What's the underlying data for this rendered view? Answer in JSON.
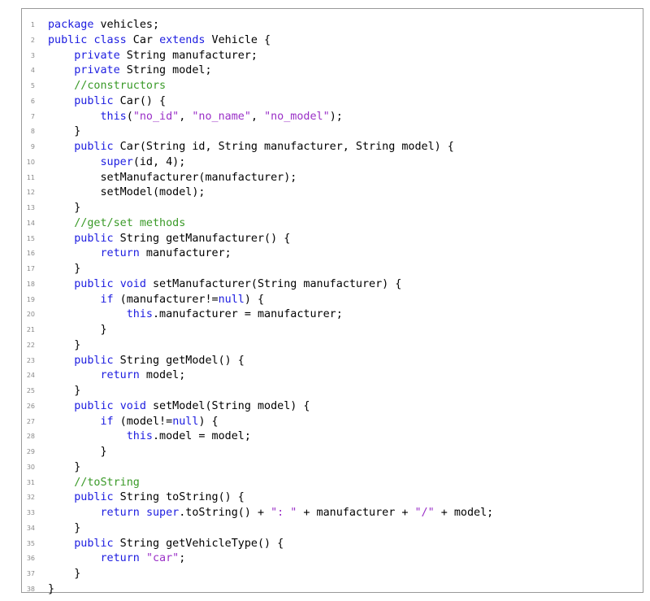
{
  "colors": {
    "keyword": "#1c1ce0",
    "string": "#9a2fc7",
    "comment": "#3a9a28",
    "text": "#000000",
    "line_number": "#8a8a8a",
    "border": "#9a9a9a"
  },
  "lines": [
    [
      {
        "t": "package",
        "c": "kw"
      },
      {
        "t": " vehicles;"
      }
    ],
    [
      {
        "t": "public",
        "c": "kw"
      },
      {
        "t": " "
      },
      {
        "t": "class",
        "c": "kw"
      },
      {
        "t": " Car "
      },
      {
        "t": "extends",
        "c": "kw"
      },
      {
        "t": " Vehicle {"
      }
    ],
    [
      {
        "t": "    "
      },
      {
        "t": "private",
        "c": "kw"
      },
      {
        "t": " String manufacturer;"
      }
    ],
    [
      {
        "t": "    "
      },
      {
        "t": "private",
        "c": "kw"
      },
      {
        "t": " String model;"
      }
    ],
    [
      {
        "t": "    "
      },
      {
        "t": "//constructors",
        "c": "com"
      }
    ],
    [
      {
        "t": "    "
      },
      {
        "t": "public",
        "c": "kw"
      },
      {
        "t": " Car() {"
      }
    ],
    [
      {
        "t": "        "
      },
      {
        "t": "this",
        "c": "kw"
      },
      {
        "t": "("
      },
      {
        "t": "\"no_id\"",
        "c": "str"
      },
      {
        "t": ", "
      },
      {
        "t": "\"no_name\"",
        "c": "str"
      },
      {
        "t": ", "
      },
      {
        "t": "\"no_model\"",
        "c": "str"
      },
      {
        "t": ");"
      }
    ],
    [
      {
        "t": "    }"
      }
    ],
    [
      {
        "t": "    "
      },
      {
        "t": "public",
        "c": "kw"
      },
      {
        "t": " Car(String id, String manufacturer, String model) {"
      }
    ],
    [
      {
        "t": "        "
      },
      {
        "t": "super",
        "c": "kw"
      },
      {
        "t": "(id, 4);"
      }
    ],
    [
      {
        "t": "        setManufacturer(manufacturer);"
      }
    ],
    [
      {
        "t": "        setModel(model);"
      }
    ],
    [
      {
        "t": "    }"
      }
    ],
    [
      {
        "t": "    "
      },
      {
        "t": "//get/set methods",
        "c": "com"
      }
    ],
    [
      {
        "t": "    "
      },
      {
        "t": "public",
        "c": "kw"
      },
      {
        "t": " String getManufacturer() {"
      }
    ],
    [
      {
        "t": "        "
      },
      {
        "t": "return",
        "c": "kw"
      },
      {
        "t": " manufacturer;"
      }
    ],
    [
      {
        "t": "    }"
      }
    ],
    [
      {
        "t": "    "
      },
      {
        "t": "public",
        "c": "kw"
      },
      {
        "t": " "
      },
      {
        "t": "void",
        "c": "kw"
      },
      {
        "t": " setManufacturer(String manufacturer) {"
      }
    ],
    [
      {
        "t": "        "
      },
      {
        "t": "if",
        "c": "kw"
      },
      {
        "t": " (manufacturer!="
      },
      {
        "t": "null",
        "c": "kw"
      },
      {
        "t": ") {"
      }
    ],
    [
      {
        "t": "            "
      },
      {
        "t": "this",
        "c": "kw"
      },
      {
        "t": ".manufacturer = manufacturer;"
      }
    ],
    [
      {
        "t": "        }"
      }
    ],
    [
      {
        "t": "    }"
      }
    ],
    [
      {
        "t": "    "
      },
      {
        "t": "public",
        "c": "kw"
      },
      {
        "t": " String getModel() {"
      }
    ],
    [
      {
        "t": "        "
      },
      {
        "t": "return",
        "c": "kw"
      },
      {
        "t": " model;"
      }
    ],
    [
      {
        "t": "    }"
      }
    ],
    [
      {
        "t": "    "
      },
      {
        "t": "public",
        "c": "kw"
      },
      {
        "t": " "
      },
      {
        "t": "void",
        "c": "kw"
      },
      {
        "t": " setModel(String model) {"
      }
    ],
    [
      {
        "t": "        "
      },
      {
        "t": "if",
        "c": "kw"
      },
      {
        "t": " (model!="
      },
      {
        "t": "null",
        "c": "kw"
      },
      {
        "t": ") {"
      }
    ],
    [
      {
        "t": "            "
      },
      {
        "t": "this",
        "c": "kw"
      },
      {
        "t": ".model = model;"
      }
    ],
    [
      {
        "t": "        }"
      }
    ],
    [
      {
        "t": "    }"
      }
    ],
    [
      {
        "t": "    "
      },
      {
        "t": "//toString",
        "c": "com"
      }
    ],
    [
      {
        "t": "    "
      },
      {
        "t": "public",
        "c": "kw"
      },
      {
        "t": " String toString() {"
      }
    ],
    [
      {
        "t": "        "
      },
      {
        "t": "return",
        "c": "kw"
      },
      {
        "t": " "
      },
      {
        "t": "super",
        "c": "kw"
      },
      {
        "t": ".toString() + "
      },
      {
        "t": "\": \"",
        "c": "str"
      },
      {
        "t": " + manufacturer + "
      },
      {
        "t": "\"/\"",
        "c": "str"
      },
      {
        "t": " + model;"
      }
    ],
    [
      {
        "t": "    }"
      }
    ],
    [
      {
        "t": "    "
      },
      {
        "t": "public",
        "c": "kw"
      },
      {
        "t": " String getVehicleType() {"
      }
    ],
    [
      {
        "t": "        "
      },
      {
        "t": "return",
        "c": "kw"
      },
      {
        "t": " "
      },
      {
        "t": "\"car\"",
        "c": "str"
      },
      {
        "t": ";"
      }
    ],
    [
      {
        "t": "    }"
      }
    ],
    [
      {
        "t": "}"
      }
    ]
  ]
}
